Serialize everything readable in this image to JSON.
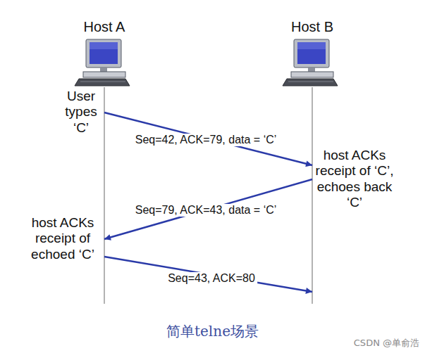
{
  "diagram": {
    "caption": "简单telne场景",
    "nodes": [
      {
        "text": [
          "Host A"
        ]
      },
      {
        "text": [
          "Host B"
        ]
      }
    ],
    "edges": [
      {
        "from": 0,
        "to": 1,
        "label": "Seq=42, ACK=79, data = ‘C’",
        "arrow": "to"
      },
      {
        "from": 1,
        "to": 0,
        "label": "Seq=79, ACK=43, data = ‘C’",
        "arrow": "to"
      },
      {
        "from": 0,
        "to": 1,
        "label": "Seq=43, ACK=80",
        "arrow": "to"
      }
    ],
    "labels": [
      "User types ‘C’",
      "host ACKs receipt of ‘C’, echoes back ‘C’",
      "host ACKs receipt of echoed ‘C’",
      "CSDN @单俞浩"
    ]
  }
}
